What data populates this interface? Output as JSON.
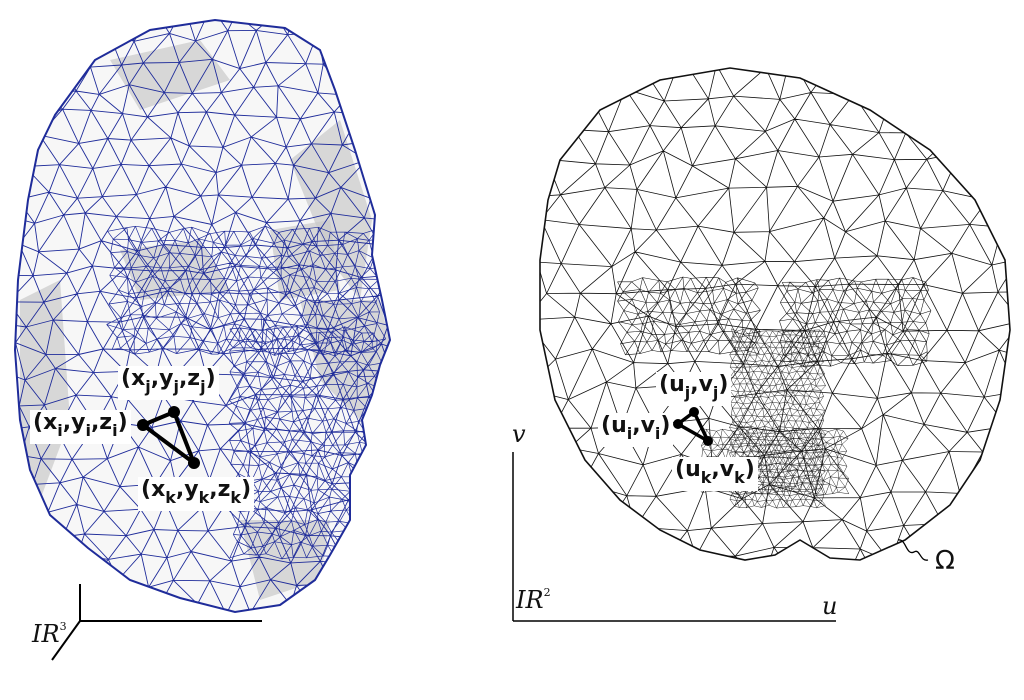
{
  "colors": {
    "mesh_3d": "#1f2c9a",
    "shade_3d": "#c9c9c9",
    "mesh_2d": "#111111",
    "highlight": "#000000",
    "background": "#ffffff"
  },
  "left_panel": {
    "space_label": {
      "base": "IR",
      "power": "3"
    },
    "vertex_i": {
      "a": "x",
      "b": "y",
      "c": "z",
      "sub": "i"
    },
    "vertex_j": {
      "a": "x",
      "b": "y",
      "c": "z",
      "sub": "j"
    },
    "vertex_k": {
      "a": "x",
      "b": "y",
      "c": "z",
      "sub": "k"
    }
  },
  "right_panel": {
    "space_label": {
      "base": "IR",
      "power": "2"
    },
    "axis_u": "u",
    "axis_v": "v",
    "domain_label": "Ω",
    "vertex_i": {
      "a": "u",
      "b": "v",
      "sub": "i"
    },
    "vertex_j": {
      "a": "u",
      "b": "v",
      "sub": "j"
    },
    "vertex_k": {
      "a": "u",
      "b": "v",
      "sub": "k"
    }
  }
}
